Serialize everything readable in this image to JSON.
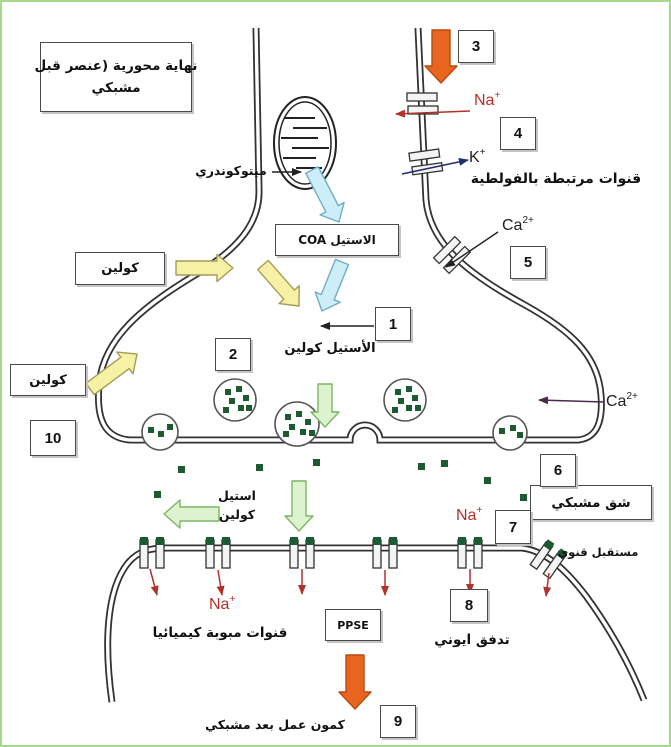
{
  "diagram": {
    "presynaptic_label": {
      "line1": "نهاية محورية (عنصر قبل",
      "line2": "مشبكي"
    },
    "mitochondria_label": "ميتوكوندري",
    "acetyl_coa_label": "الاستيل COA",
    "choline_top_label": "كولين",
    "choline_left_label": "كولين",
    "acetylcholine_label": "الأستيل كولين",
    "voltage_channels_label": "قنوات مرتبطة بالفولطية",
    "cleft_acetylcholine_label": {
      "line1": "استيل",
      "line2": "كولين"
    },
    "synaptic_cleft_label": "شق مشبكي",
    "channel_receptor_label": "مستقبل قنوي",
    "chemical_channels_label": "قنوات مبوبة كيميائيا",
    "ppse_label": "PPSE",
    "ion_flow_label": "تدفق ايوني",
    "postsynaptic_ap_label": "كمون عمل بعد مشبكي"
  },
  "ions": {
    "na_top": {
      "base": "Na",
      "sup": "+"
    },
    "k": {
      "base": "K",
      "sup": "+"
    },
    "ca_channel": {
      "base": "Ca",
      "sup": "2+"
    },
    "ca_right": {
      "base": "Ca",
      "sup": "2+"
    },
    "na_cleft": {
      "base": "Na",
      "sup": "+"
    },
    "na_post": {
      "base": "Na",
      "sup": "+"
    }
  },
  "step_numbers": {
    "s1": "1",
    "s2": "2",
    "s3": "3",
    "s4": "4",
    "s5": "5",
    "s6": "6",
    "s7": "7",
    "s8": "8",
    "s9": "9",
    "s10": "10"
  },
  "colors": {
    "frame": "#a6d98a",
    "membrane": "#333333",
    "orange": "#e8651f",
    "orange_stroke": "#b84a10",
    "yellow": "#f7f1a6",
    "yellow_stroke": "#a39c5a",
    "blue": "#cdeef8",
    "blue_stroke": "#6eaec4",
    "green": "#ddf3d0",
    "green_stroke": "#7cb663",
    "vesicle_dot": "#1d5a2f",
    "sodium": "#b0322a",
    "potassium_arrow": "#1f2e6e",
    "calcium_arrow": "#4a2a4a"
  }
}
